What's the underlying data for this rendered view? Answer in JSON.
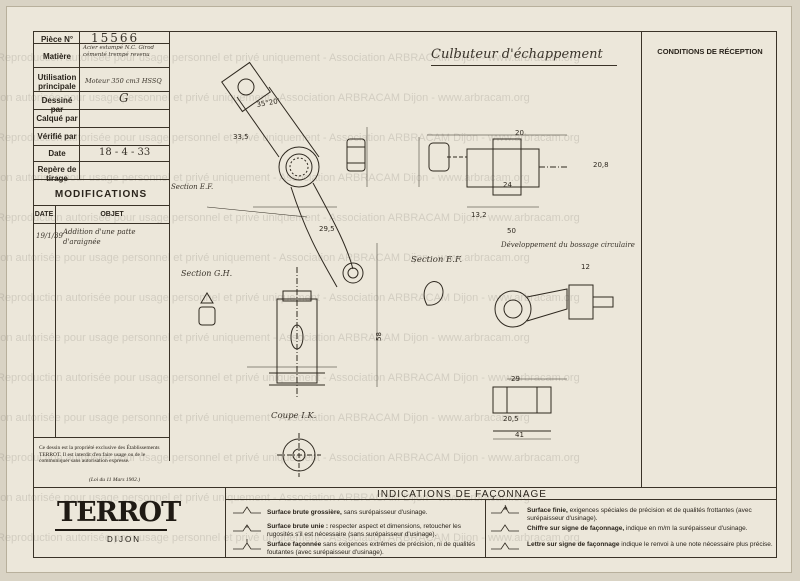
{
  "title_block": {
    "piece_label": "Pièce N°",
    "piece_number": "15566",
    "matiere_label": "Matière",
    "matiere_value": "Acier estampé N.C. Girod cémenté trempé revenu",
    "utilisation_label": "Utilisation principale",
    "utilisation_value": "Moteur 350 cm3 HSSQ",
    "dessine_label": "Dessiné par",
    "dessine_value": "G",
    "calque_label": "Calqué par",
    "verifie_label": "Vérifié par",
    "date_label": "Date",
    "date_value": "18 - 4 - 33",
    "repere_label": "Repère de tirage"
  },
  "modifications": {
    "title": "MODIFICATIONS",
    "date_header": "DATE",
    "objet_header": "OBJET",
    "date": "19/1/39",
    "objet": "Addition d'une patte d'araignée"
  },
  "drawing": {
    "title": "Culbuteur d'échappement",
    "conditions": "CONDITIONS DE RÉCEPTION",
    "section_ef": "Section E.F.",
    "section_gh": "Section G.H.",
    "section_ef2": "Section E.F.",
    "coupe_ik": "Coupe I.K.",
    "developpement": "Développement du bossage circulaire",
    "dims": [
      "35°20'",
      "33,5",
      "29,5",
      "58",
      "20,8",
      "12",
      "24",
      "41",
      "29",
      "20,5",
      "13,2",
      "50"
    ]
  },
  "notice": {
    "text": "Ce dessin est la propriété exclusive des Établissements TERROT. Il est interdit d'en faire usage ou de le communiquer sans autorisation expresse.",
    "loi": "(Loi du 11 Mars 1902.)"
  },
  "brand": {
    "logo": "TERROT",
    "city": "DIJON"
  },
  "legend": {
    "title": "INDICATIONS DE FAÇONNAGE",
    "items": [
      {
        "bold": "Surface brute grossière,",
        "rest": "sans surépaisseur d'usinage."
      },
      {
        "bold": "Surface brute unie :",
        "rest": "respecter aspect et dimensions, retoucher les rugosités s'il est nécessaire (sans surépaisseur d'usinage)."
      },
      {
        "bold": "Surface façonnée",
        "rest": "sans exigences extrêmes de précision, ni de qualités foutantes (avec surépaisseur d'usinage)."
      },
      {
        "bold": "Surface finie,",
        "rest": "exigences spéciales de précision et de qualités frottantes (avec surépaisseur d'usinage)."
      },
      {
        "bold": "Chiffre sur signe de façonnage,",
        "rest": "indique en m/m la surépaisseur d'usinage."
      },
      {
        "bold": "Lettre sur signe de façonnage",
        "rest": "indique le renvoi à une note nécessaire plus précise."
      }
    ]
  },
  "watermark": "Reproduction autorisée pour usage personnel et privé uniquement - Association ARBRACAM Dijon - www.arbracam.org"
}
